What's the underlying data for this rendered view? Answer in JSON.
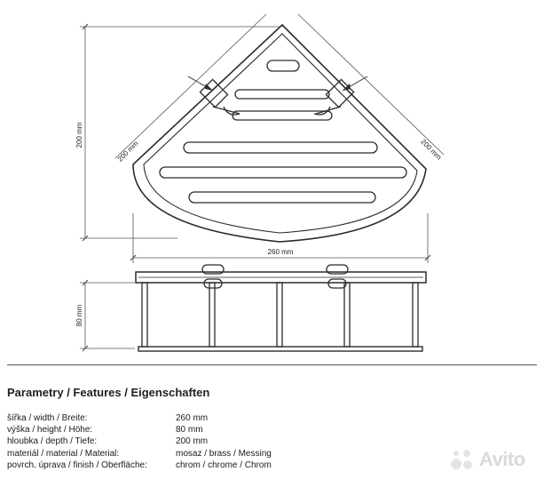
{
  "drawing": {
    "dim_height_top": "200 mm",
    "dim_left_side": "200 mm",
    "dim_right_side": "200 mm",
    "dim_width": "260 mm",
    "dim_height_front": "80 mm"
  },
  "features": {
    "title": "Parametry / Features / Eigenschaften",
    "rows": [
      {
        "label": "šířka / width / Breite:",
        "value": "260 mm"
      },
      {
        "label": "výška / height / Höhe:",
        "value": "80 mm"
      },
      {
        "label": "hloubka / depth / Tiefe:",
        "value": "200 mm"
      },
      {
        "label": "materiál / material / Material:",
        "value": "mosaz / brass / Messing"
      },
      {
        "label": "povrch. úprava / finish / Oberfläche:",
        "value": "chrom / chrome / Chrom"
      }
    ]
  },
  "watermark": {
    "text": "Avito"
  },
  "colors": {
    "line": "#2b2b2b",
    "dim_line": "#555555",
    "watermark": "#bdbdbd"
  }
}
